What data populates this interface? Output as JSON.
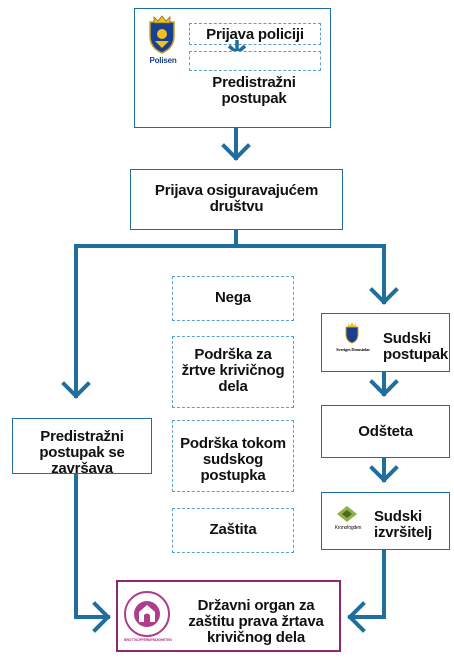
{
  "police": {
    "logo_text": "Polisen",
    "report_label": "Prijava policiji",
    "investigation_label": "Predistražni postupak"
  },
  "insurance": {
    "label": "Prijava osiguravajućem društvu"
  },
  "investigation_ended": {
    "label": "Predistražni postupak se završava"
  },
  "support": [
    {
      "label": "Nega"
    },
    {
      "label": "Podrška za žrtve krivičnog dela"
    },
    {
      "label": "Podrška tokom sudskog postupka"
    },
    {
      "label": "Zaštita"
    }
  ],
  "court": {
    "label": "Sudski postupak",
    "logo_text": "Sveriges Domstolar"
  },
  "compensation": {
    "label": "Odšteta"
  },
  "enforcement": {
    "label": "Sudski izvršitelj",
    "logo_text": "Kronofogden"
  },
  "authority": {
    "label": "Državni organ za zaštitu prava žrtava krivičnog dela",
    "logo_text": "BROTTSOFFERMYNDIGHETEN"
  },
  "colors": {
    "flow": "#1f6e9e",
    "dashed": "#5aa0c7",
    "authority_border": "#8b2a6e"
  }
}
